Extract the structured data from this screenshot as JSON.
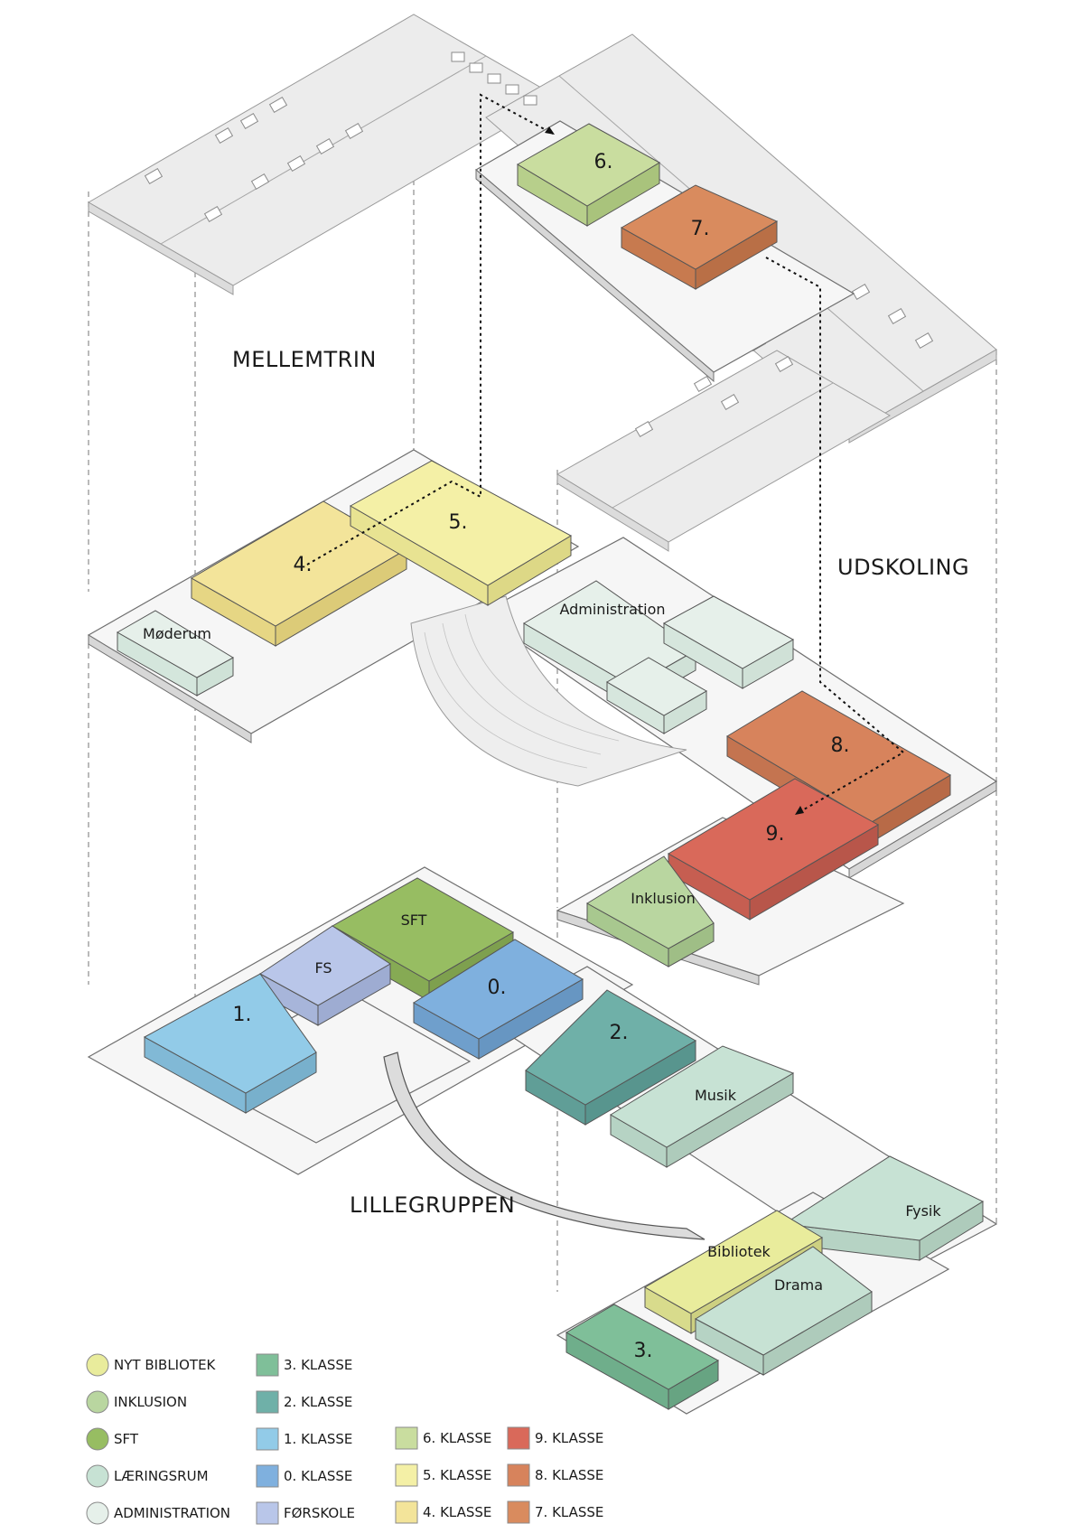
{
  "sections": {
    "mellemtrin": "MELLEMTRIN",
    "udskoling": "UDSKOLING",
    "lillegruppen": "LILLEGRUPPEN"
  },
  "rooms": {
    "r6": "6.",
    "r7": "7.",
    "r4": "4.",
    "r5": "5.",
    "r8": "8.",
    "r9": "9.",
    "moderum": "Møderum",
    "administration": "Administration",
    "inklusion": "Inklusion",
    "sft": "SFT",
    "fs": "FS",
    "r1": "1.",
    "r0": "0.",
    "r2": "2.",
    "musik": "Musik",
    "fysik": "Fysik",
    "bibliotek": "Bibliotek",
    "drama": "Drama",
    "r3": "3."
  },
  "colors": {
    "nyt_bibliotek": "#e9ec9c",
    "inklusion": "#b9d6a0",
    "sft": "#97bd62",
    "laeringsrum": "#c7e2d4",
    "administration": "#e6f0ea",
    "klasse3": "#7fbf99",
    "klasse2": "#6fb0a8",
    "klasse1": "#92cbe8",
    "klasse0": "#7fb0de",
    "forskole": "#b9c6e9",
    "klasse6": "#c9dd9f",
    "klasse5": "#f4f0a6",
    "klasse4": "#f3e49a",
    "klasse9": "#d9695a",
    "klasse8": "#d7835c",
    "klasse7": "#d98b5e"
  },
  "legend": [
    {
      "label": "NYT BIBLIOTEK",
      "color": "#e9ec9c",
      "shape": "circle"
    },
    {
      "label": "INKLUSION",
      "color": "#b9d6a0",
      "shape": "circle"
    },
    {
      "label": "SFT",
      "color": "#97bd62",
      "shape": "circle"
    },
    {
      "label": "LÆRINGSRUM",
      "color": "#c7e2d4",
      "shape": "circle"
    },
    {
      "label": "ADMINISTRATION",
      "color": "#e6f0ea",
      "shape": "circle"
    },
    {
      "label": "3. KLASSE",
      "color": "#7fbf99",
      "shape": "square"
    },
    {
      "label": "2. KLASSE",
      "color": "#6fb0a8",
      "shape": "square"
    },
    {
      "label": "1. KLASSE",
      "color": "#92cbe8",
      "shape": "square"
    },
    {
      "label": "0. KLASSE",
      "color": "#7fb0de",
      "shape": "square"
    },
    {
      "label": "FØRSKOLE",
      "color": "#b9c6e9",
      "shape": "square"
    },
    {
      "label": "6. KLASSE",
      "color": "#c9dd9f",
      "shape": "square"
    },
    {
      "label": "5. KLASSE",
      "color": "#f4f0a6",
      "shape": "square"
    },
    {
      "label": "4. KLASSE",
      "color": "#f3e49a",
      "shape": "square"
    },
    {
      "label": "9. KLASSE",
      "color": "#d9695a",
      "shape": "square"
    },
    {
      "label": "8. KLASSE",
      "color": "#d7835c",
      "shape": "square"
    },
    {
      "label": "7. KLASSE",
      "color": "#d98b5e",
      "shape": "square"
    }
  ]
}
